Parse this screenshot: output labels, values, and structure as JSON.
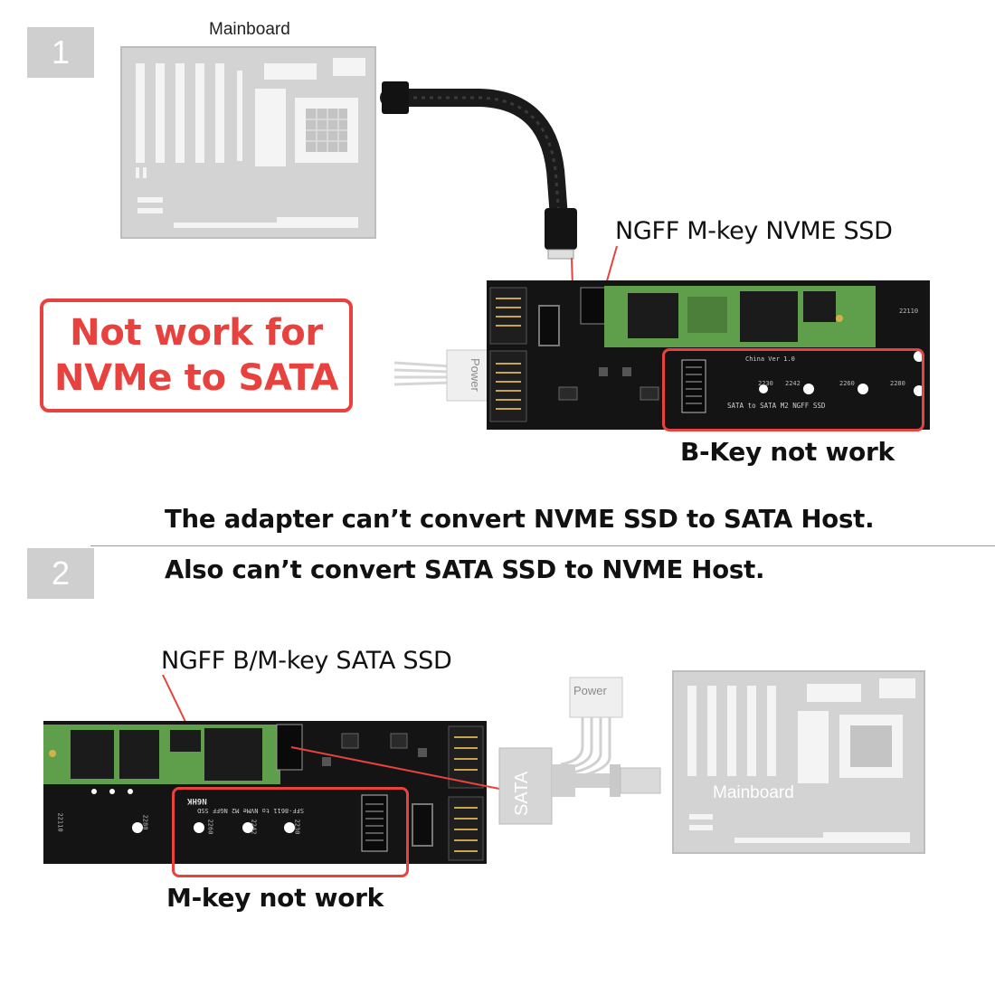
{
  "section1": {
    "step_number": "1",
    "mainboard_label": "Mainboard",
    "power_label": "Power",
    "callout_label": "NGFF M-key NVME SSD",
    "warning": {
      "line1": "Not work for",
      "line2": "NVMe to SATA"
    },
    "key_note": "B-Key not work",
    "board_marks": {
      "brand": "China Ver 1.0",
      "silk": "SATA to SATA M2 NGFF SSD",
      "sizes": [
        "2230",
        "2242",
        "2260",
        "2280",
        "22110"
      ]
    }
  },
  "headline": {
    "line1": "The adapter can’t convert NVME SSD to SATA Host.",
    "line2": "Also can’t convert SATA SSD to NVME Host."
  },
  "section2": {
    "step_number": "2",
    "mainboard_label": "Mainboard",
    "power_label": "Power",
    "sata_label": "SATA",
    "callout_label": "NGFF B/M-key SATA SSD",
    "key_note": "M-key not work",
    "board_marks": {
      "brand": "N6HK",
      "silk": "SFF-8611 to NVMe M2 NGFF SSD",
      "sizes": [
        "2230",
        "2242",
        "2260",
        "2280",
        "22110"
      ]
    }
  },
  "colors": {
    "warning_red": "#e8423e",
    "pcb_black": "#141414",
    "ssd_green": "#5f9e4a",
    "faded_gray": "#d2d2d2"
  }
}
